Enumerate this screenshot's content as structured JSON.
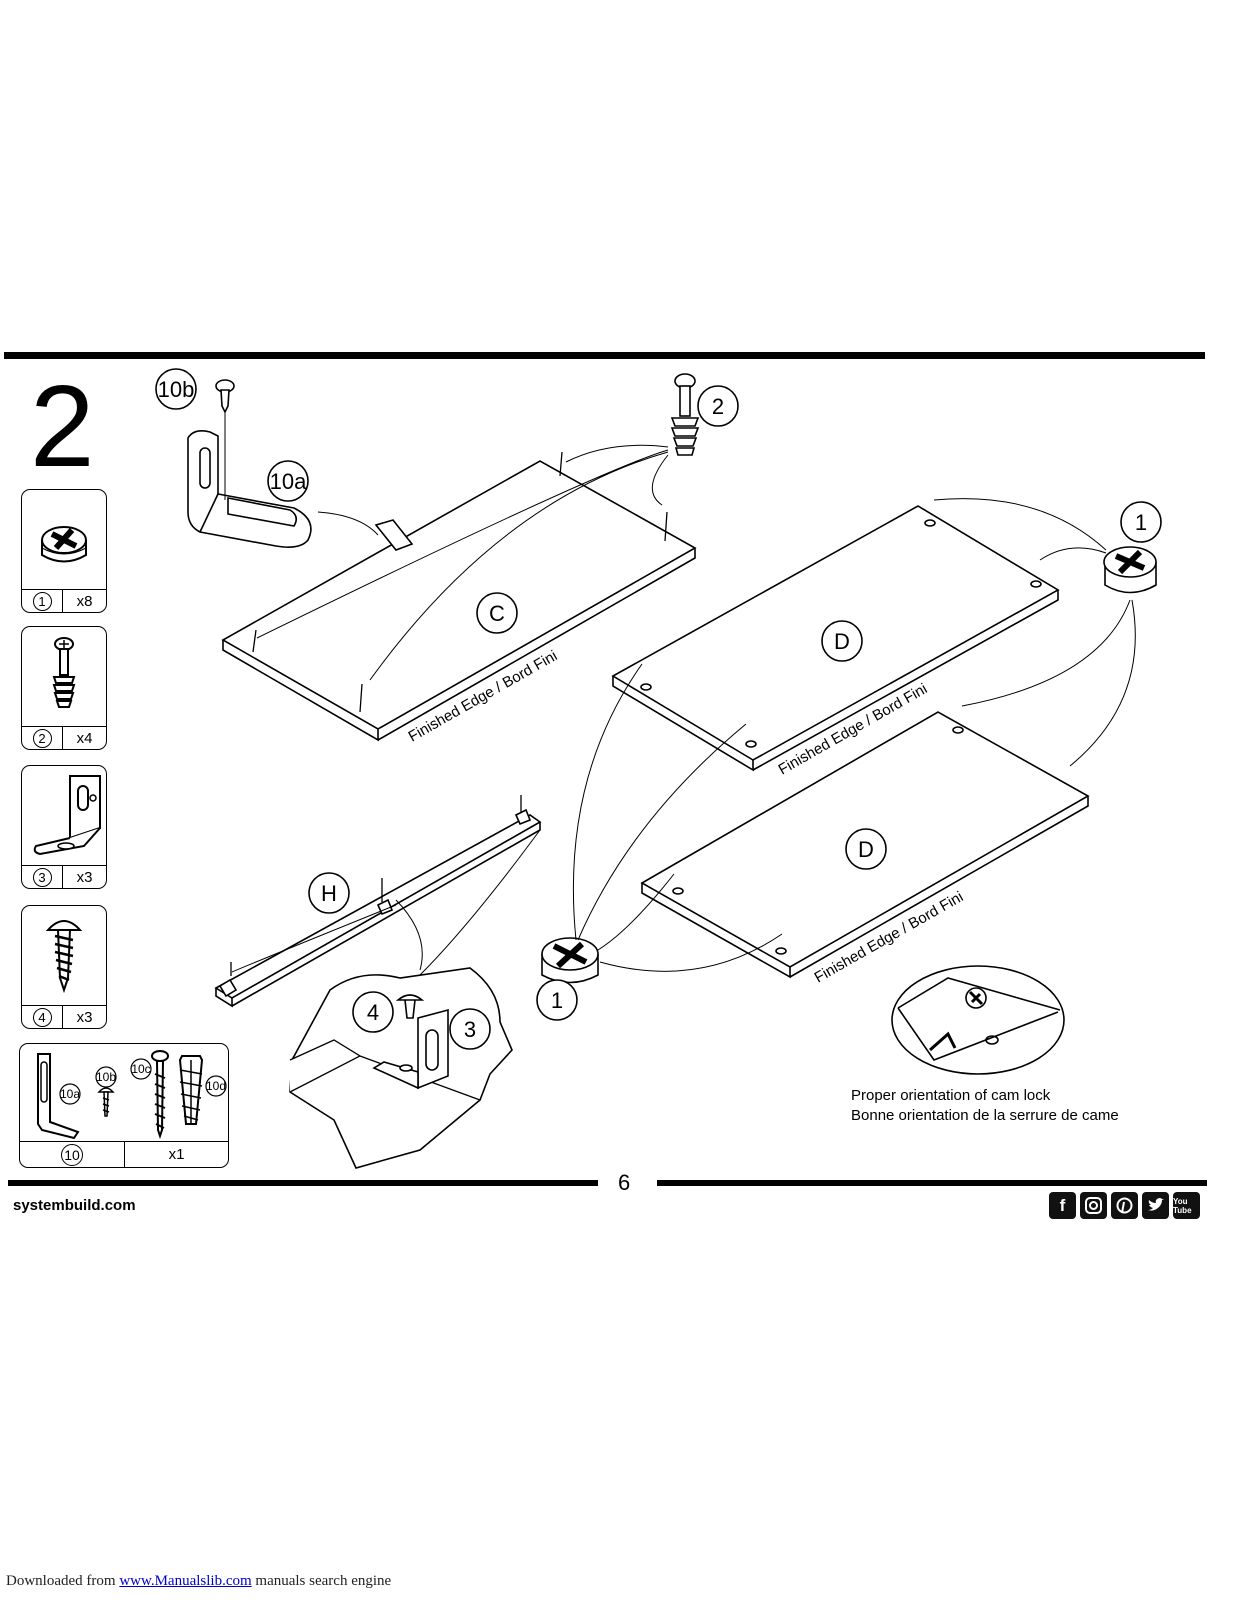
{
  "step": {
    "number": "2"
  },
  "parts": [
    {
      "id": "1",
      "qty": "x8",
      "icon": "cam-lock-icon"
    },
    {
      "id": "2",
      "qty": "x4",
      "icon": "cam-bolt-icon"
    },
    {
      "id": "3",
      "qty": "x3",
      "icon": "l-bracket-icon"
    },
    {
      "id": "4",
      "qty": "x3",
      "icon": "wood-screw-icon"
    }
  ],
  "kit": {
    "id": "10",
    "qty": "x1",
    "items": [
      "10a",
      "10b",
      "10c",
      "10d"
    ]
  },
  "diagram": {
    "callouts": [
      "10b",
      "10a",
      "2",
      "1",
      "1",
      "4",
      "3"
    ],
    "panels": [
      "C",
      "D",
      "D",
      "H"
    ],
    "edge_label": "Finished Edge / Bord Fini"
  },
  "cam_note": {
    "line1": "Proper orientation of cam lock",
    "line2": "Bonne orientation de la serrure de came"
  },
  "footer": {
    "page_number": "6",
    "site": "systembuild.com",
    "social": [
      "facebook",
      "instagram",
      "pinterest",
      "twitter",
      "youtube"
    ],
    "youtube_text": "You Tube"
  },
  "download": {
    "prefix": "Downloaded from ",
    "link": "www.Manualslib.com",
    "suffix": " manuals search engine"
  }
}
